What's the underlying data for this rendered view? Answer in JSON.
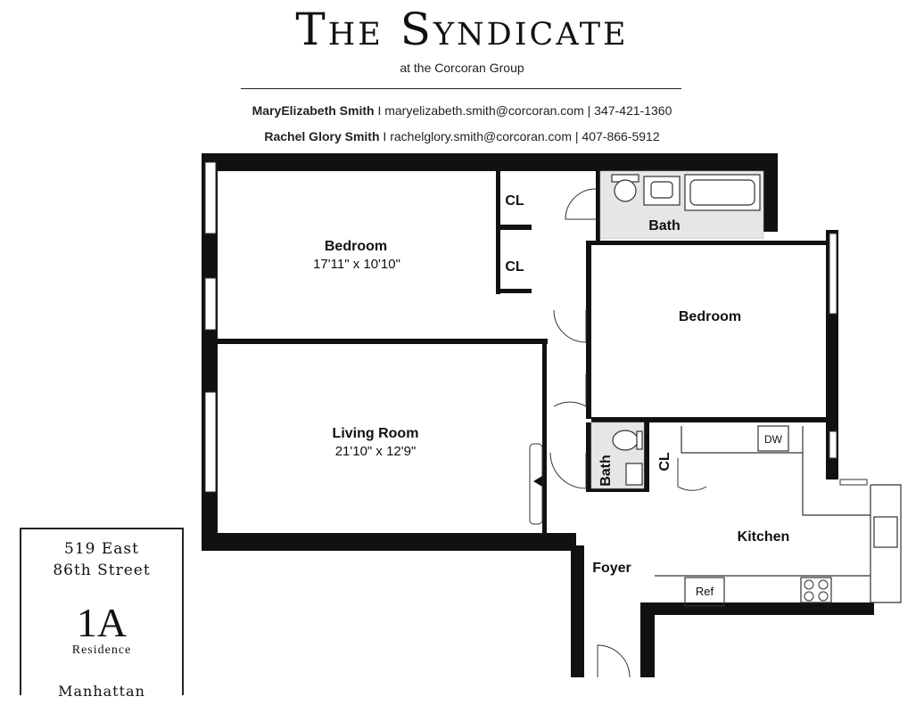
{
  "header": {
    "brand": "The Syndicate",
    "subtitle": "at the Corcoran Group",
    "contacts": [
      {
        "name": "MaryElizabeth Smith",
        "email": "maryelizabeth.smith@corcoran.com",
        "phone": "347-421-1360"
      },
      {
        "name": "Rachel Glory Smith",
        "email": "rachelglory.smith@corcoran.com",
        "phone": "407-866-5912"
      }
    ],
    "separator": "I"
  },
  "info": {
    "address_line1": "519 East",
    "address_line2": "86th Street",
    "unit": "1A",
    "type": "Residence",
    "city": "Manhattan"
  },
  "rooms": {
    "bedroom1": {
      "name": "Bedroom",
      "size": "17'11\" x 10'10\""
    },
    "bedroom2": {
      "name": "Bedroom"
    },
    "living": {
      "name": "Living Room",
      "size": "21'10\" x 12'9\""
    },
    "kitchen": {
      "name": "Kitchen"
    },
    "foyer": {
      "name": "Foyer"
    },
    "bath1": {
      "name": "Bath"
    },
    "bath2": {
      "name": "Bath"
    },
    "closet1": "CL",
    "closet2": "CL",
    "closet3": "CL",
    "dishwasher": "DW",
    "refrigerator": "Ref"
  },
  "colors": {
    "wall": "#111111",
    "line": "#333333",
    "tile": "#cccccc"
  }
}
